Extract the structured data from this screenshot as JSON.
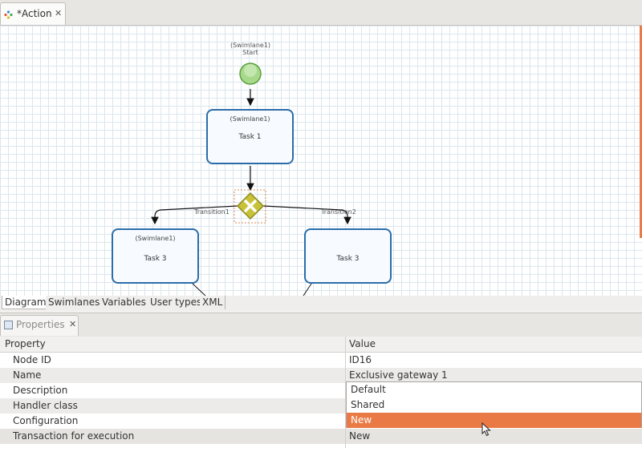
{
  "editor": {
    "tab_title": "*Action",
    "page_tabs": [
      "Diagram",
      "Swimlanes",
      "Variables",
      "User types",
      "XML"
    ]
  },
  "diagram": {
    "start": {
      "swimlane": "(Swimlane1)",
      "label": "Start"
    },
    "task1": {
      "swimlane": "(Swimlane1)",
      "label": "Task 1"
    },
    "task3_left": {
      "swimlane": "(Swimlane1)",
      "label": "Task 3"
    },
    "task3_right": {
      "label": "Task 3"
    },
    "transition1": "Transition1",
    "transition2": "Transition2"
  },
  "properties": {
    "tab_title": "Properties",
    "header": {
      "property": "Property",
      "value": "Value"
    },
    "rows": [
      {
        "key": "Node ID",
        "value": "ID16"
      },
      {
        "key": "Name",
        "value": "Exclusive gateway 1"
      },
      {
        "key": "Description",
        "value": ""
      },
      {
        "key": "Handler class",
        "value": ""
      },
      {
        "key": "Configuration",
        "value": ""
      },
      {
        "key": "Transaction for execution",
        "value": "New"
      }
    ],
    "dropdown_options": [
      "Default",
      "Shared",
      "New"
    ],
    "dropdown_highlighted": "New"
  },
  "colors": {
    "accent": "#ea7a45",
    "task_border": "#2b6da8",
    "start_fill": "#a6d98a",
    "gateway_fill": "#c8c23a"
  }
}
